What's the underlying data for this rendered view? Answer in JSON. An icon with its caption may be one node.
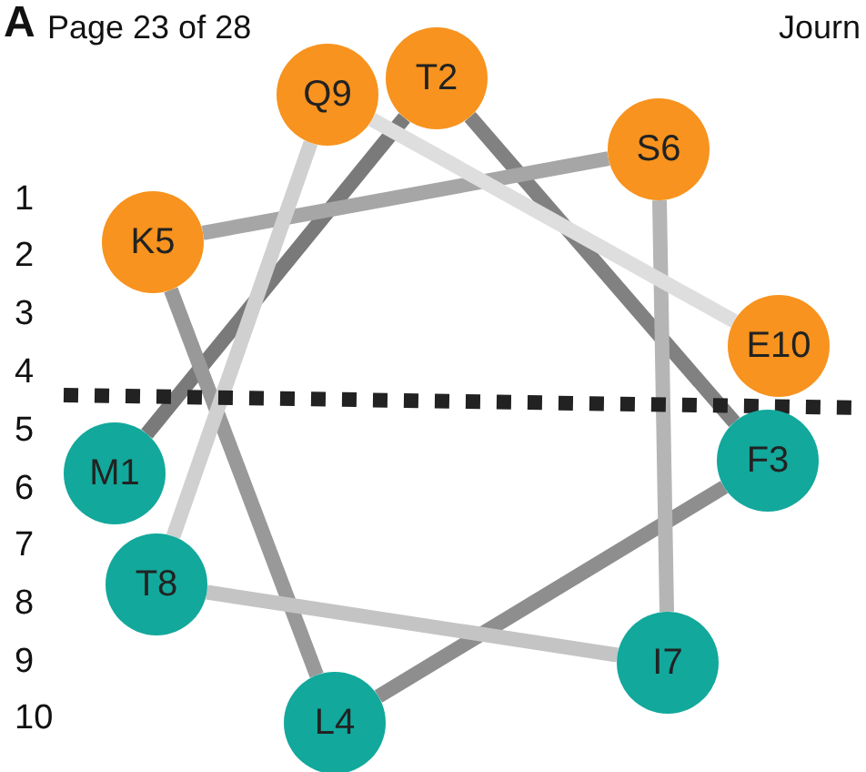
{
  "diagram": {
    "nodes": [
      {
        "text": [
          "M1"
        ]
      },
      {
        "text": [
          "T2"
        ]
      },
      {
        "text": [
          "F3"
        ]
      },
      {
        "text": [
          "L4"
        ]
      },
      {
        "text": [
          "K5"
        ]
      },
      {
        "text": [
          "S6"
        ]
      },
      {
        "text": [
          "I7"
        ]
      },
      {
        "text": [
          "T8"
        ]
      },
      {
        "text": [
          "Q9"
        ]
      },
      {
        "text": [
          "E10"
        ]
      }
    ],
    "edges": [
      {
        "from": 0,
        "to": 1,
        "arrow": "none",
        "color": "#7a7a7a"
      },
      {
        "from": 1,
        "to": 2,
        "arrow": "none",
        "color": "#818181"
      },
      {
        "from": 2,
        "to": 3,
        "arrow": "none",
        "color": "#8e8e8e"
      },
      {
        "from": 3,
        "to": 4,
        "arrow": "none",
        "color": "#999999"
      },
      {
        "from": 4,
        "to": 5,
        "arrow": "none",
        "color": "#a6a6a6"
      },
      {
        "from": 5,
        "to": 6,
        "arrow": "none",
        "color": "#b5b5b5"
      },
      {
        "from": 6,
        "to": 7,
        "arrow": "none",
        "color": "#c4c4c4"
      },
      {
        "from": 7,
        "to": 8,
        "arrow": "none",
        "color": "#d0d0d0"
      },
      {
        "from": 8,
        "to": 9,
        "arrow": "none",
        "color": "#dedede"
      }
    ],
    "labels": [
      "A",
      "Page 23 of 28",
      "Journ",
      "1",
      "2",
      "3",
      "4",
      "5",
      "6",
      "7",
      "8",
      "9",
      "10"
    ]
  }
}
